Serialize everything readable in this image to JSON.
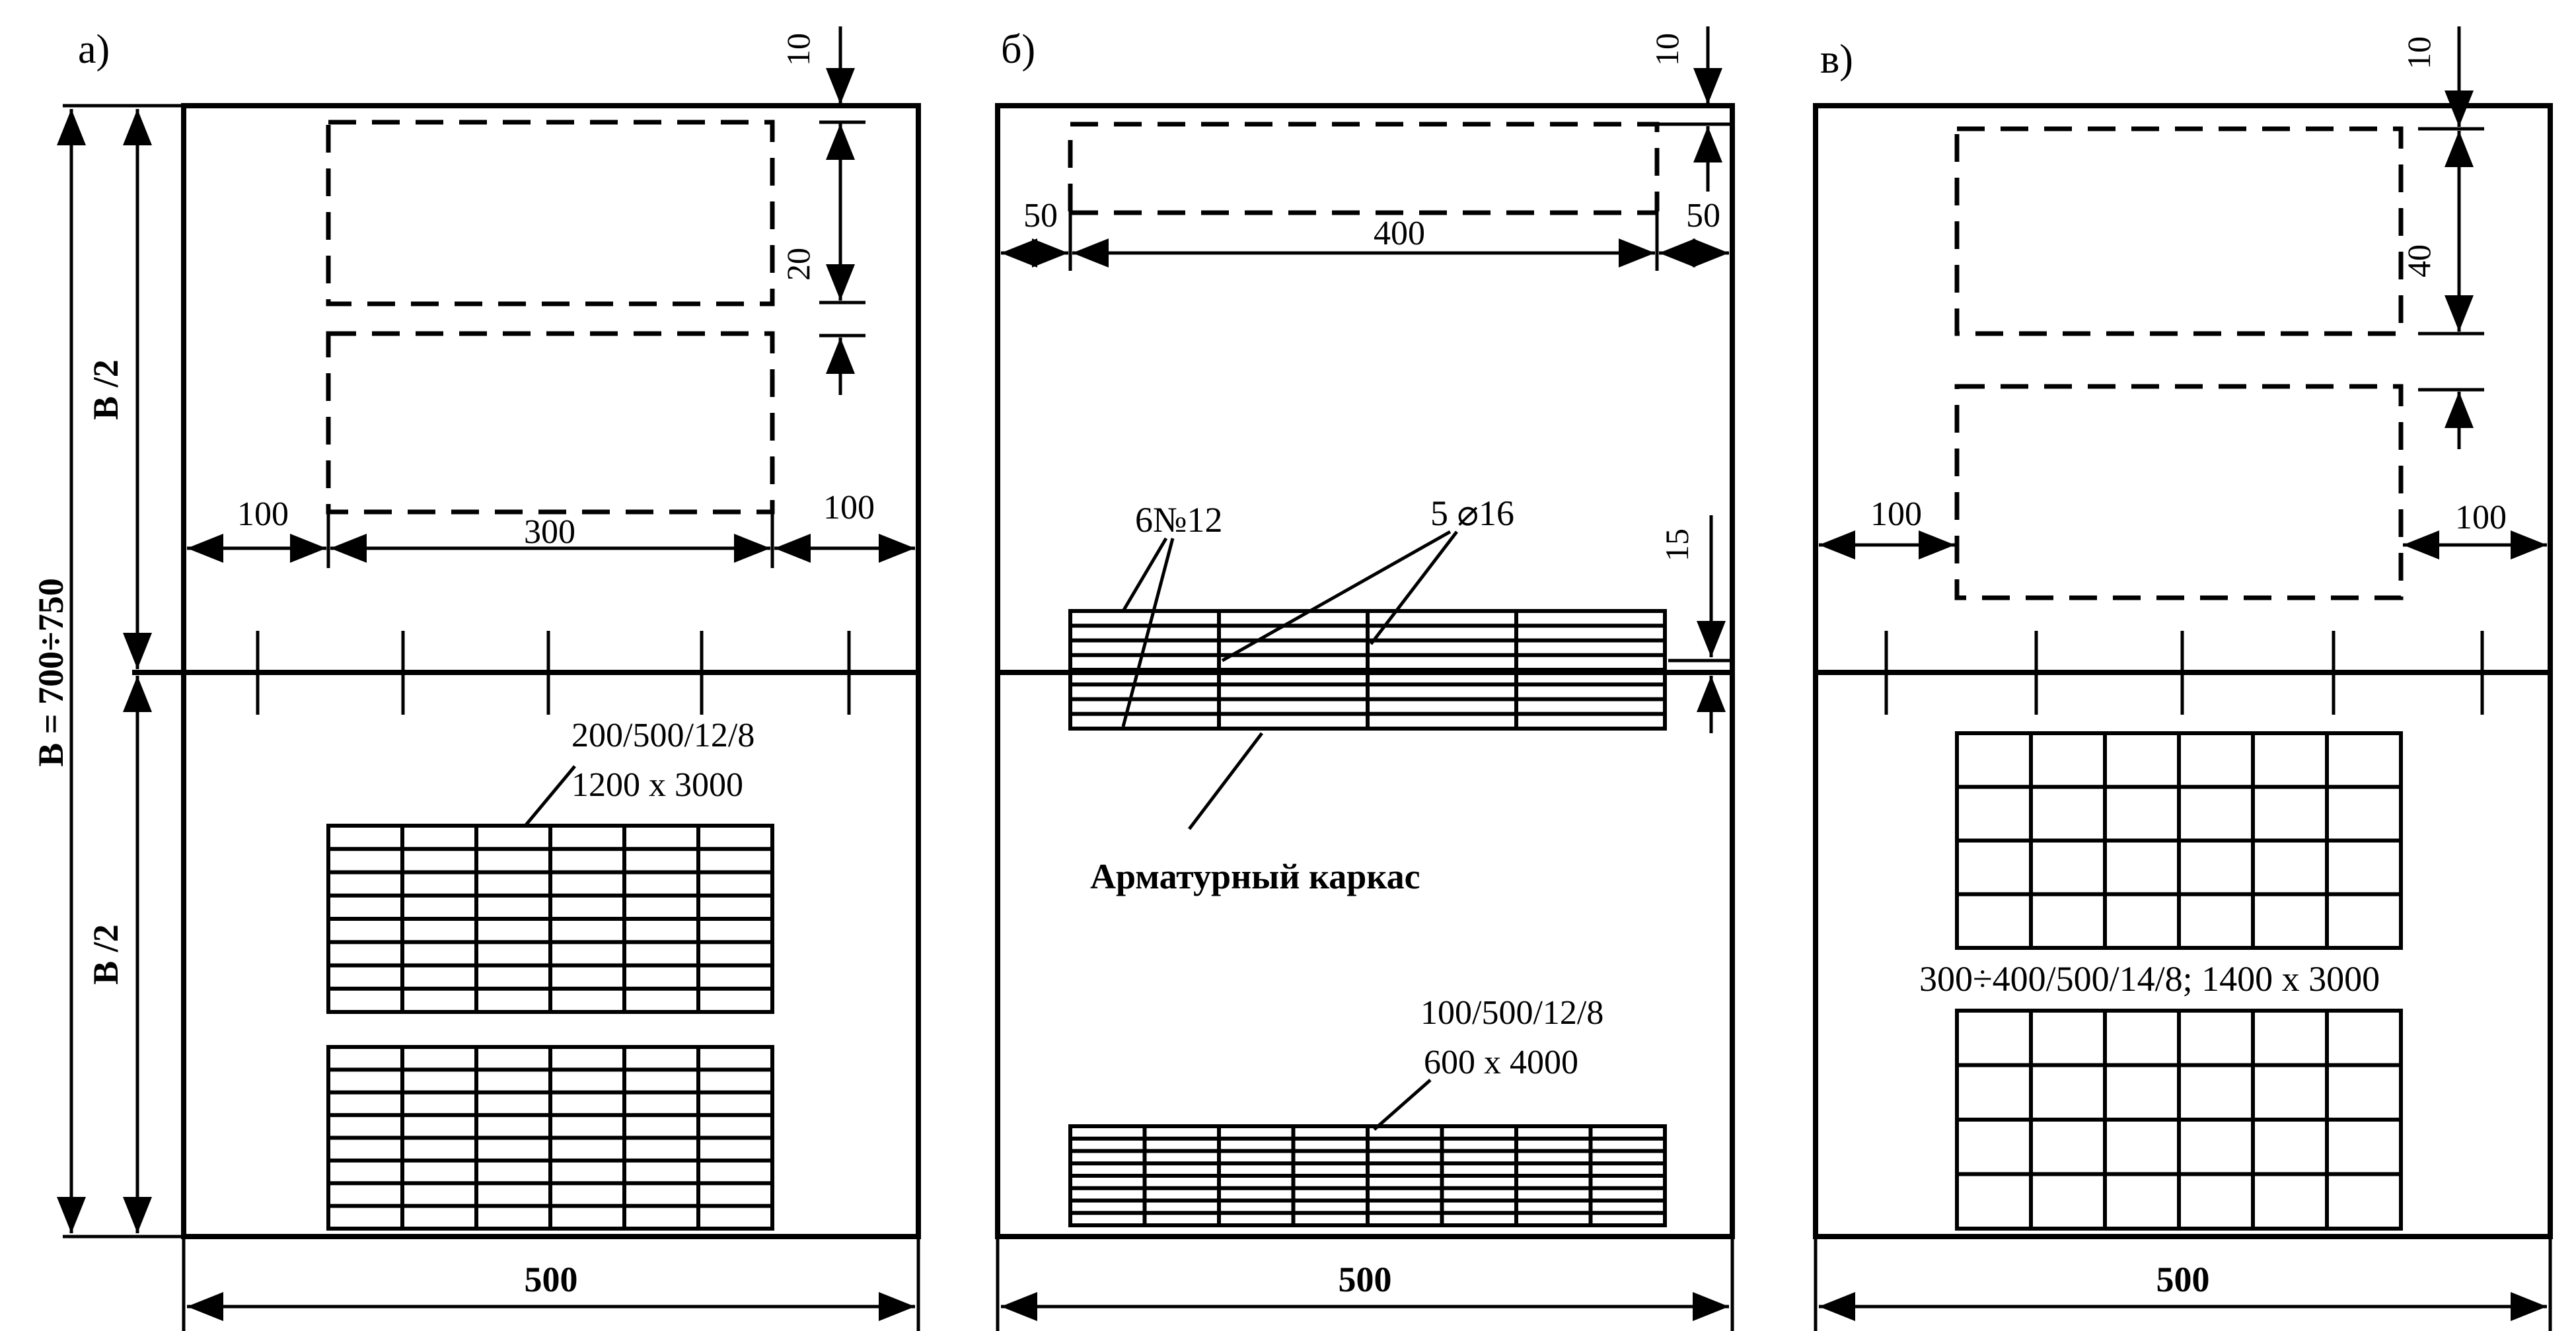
{
  "panels": {
    "a": {
      "label": "а)",
      "dim_top_gap": "10",
      "dim_between": "20",
      "dim_left": "100",
      "dim_middle": "300",
      "dim_right": "100",
      "dim_width": "500",
      "dim_total": "B = 700÷750",
      "dim_half_top": "B /2",
      "dim_half_bottom": "B /2",
      "mesh_spec_line1": "200/500/12/8",
      "mesh_spec_line2": "1200 x 3000"
    },
    "b": {
      "label": "б)",
      "dim_top_gap": "10",
      "dim_left": "50",
      "dim_middle": "400",
      "dim_right": "50",
      "dim_rebar_gap": "15",
      "dim_width": "500",
      "rebar_label_1": "6№12",
      "rebar_label_2": "5  ⌀16",
      "cage_label": "Арматурный каркас",
      "mesh_spec_line1": "100/500/12/8",
      "mesh_spec_line2": "600 x 4000"
    },
    "c": {
      "label": "в)",
      "dim_top_gap": "10",
      "dim_between": "40",
      "dim_left": "100",
      "dim_right": "100",
      "dim_width": "500",
      "mesh_spec": "300÷400/500/14/8; 1400 x 3000"
    }
  }
}
